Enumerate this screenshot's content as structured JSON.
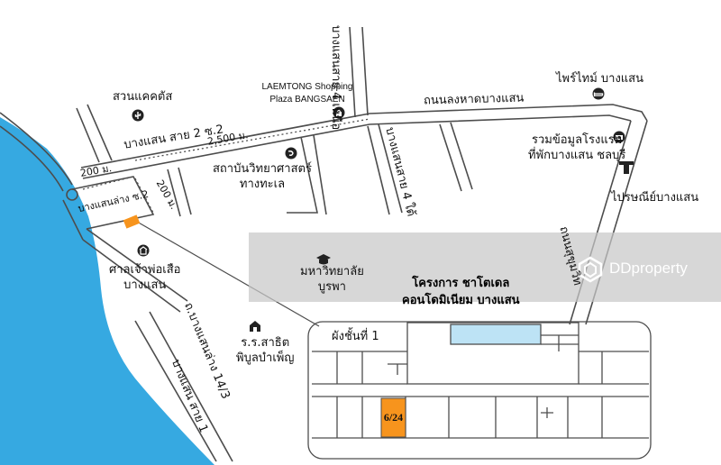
{
  "map": {
    "colors": {
      "sea": "#36a9e1",
      "road": "#4d4d4d",
      "unit": "#f7941d",
      "pool": "#bde3f5",
      "watermark": "#c8c8c8"
    },
    "labels": {
      "suan_khaeng": "สวนแคคตัส",
      "laemtong": "LAEMTONG Shopping Plaza BANGSAEN",
      "bangsaen_4_north": "บางแสนสาย 4 เหนือ",
      "beach_road": "ถนนลงหาดบางแสน",
      "prime_time": "ไพร์ไทม์ บางแสน",
      "bangsaen_2_2": "บางแสน สาย 2 ซ.2",
      "distance_2500": "2,500 ม.",
      "distance_200_a": "200 ม.",
      "distance_200_b": "200 ม.",
      "bangsaen_4_south": "บางแสนสาย 4 ใต้",
      "hotel_info_1": "รวมข้อมูลโรงแรม",
      "hotel_info_2": "ที่พักบางแสน ชลบุรี",
      "marine_inst_1": "สถาบันวิทยาศาสตร์",
      "marine_inst_2": "ทางทะเล",
      "post_office": "ไปรษณีย์บางแสน",
      "lang_road": "บางแสนล่าง ซ.2",
      "sukhumvit": "ถนนสุขุมวิท",
      "shrine_1": "ศาลเจ้าพ่อเสือ",
      "shrine_2": "บางแสน",
      "university_1": "มหาวิทยาลัย",
      "university_2": "บูรพา",
      "school_1": "ร.ร.สาธิต",
      "school_2": "พิบูลบำเพ็ญ",
      "lang_road_14": "ถ.บางแสนล่าง 14/3",
      "bangsaen_1": "บางแสน สาย 1",
      "project_1": "โครงการ ชาโตเดล",
      "project_2": "คอนโดมิเนียม บางแสน",
      "floor_plan_title": "ผังชั้นที่ 1",
      "unit_number": "6/24"
    },
    "icons": [
      "cactus-pin-icon",
      "shopping-bag-icon",
      "bed-icon",
      "camera-icon",
      "fish-icon",
      "mailbox-icon",
      "shrine-icon",
      "graduation-cap-icon",
      "school-icon",
      "ddproperty-logo-icon"
    ],
    "watermark": "DDproperty"
  }
}
